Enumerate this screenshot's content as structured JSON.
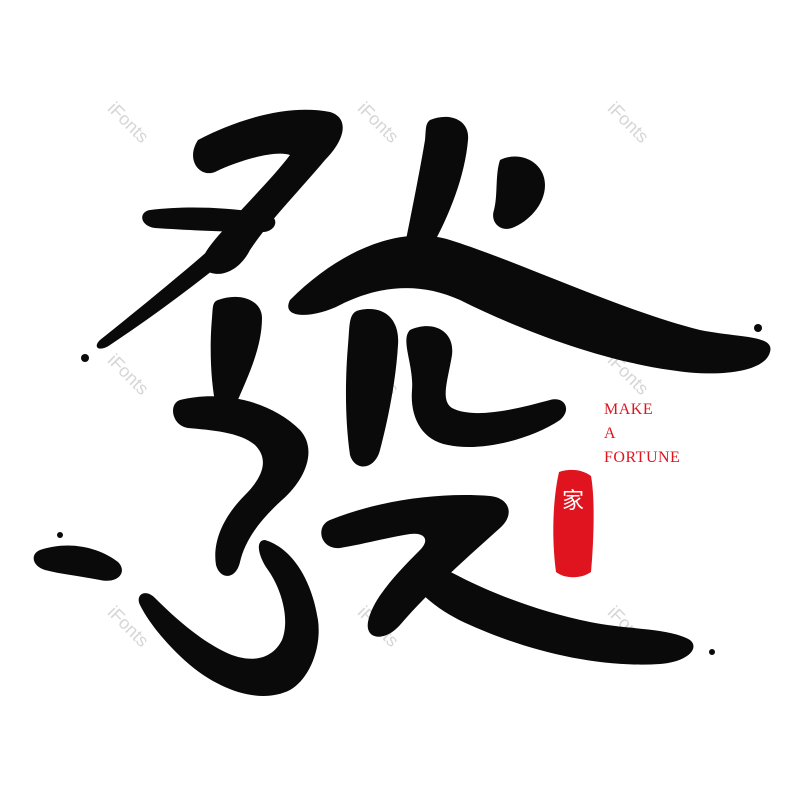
{
  "artwork": {
    "glyph": "發",
    "ink_color": "#0a0a0a",
    "accent_color": "#e0141e",
    "background": "#ffffff"
  },
  "caption": {
    "line1": "MAKE",
    "line2": "A",
    "line3": "FORTUNE"
  },
  "seal": {
    "glyph": "家"
  },
  "watermark": {
    "text": "iFonts",
    "color": "#d6d6d6"
  }
}
